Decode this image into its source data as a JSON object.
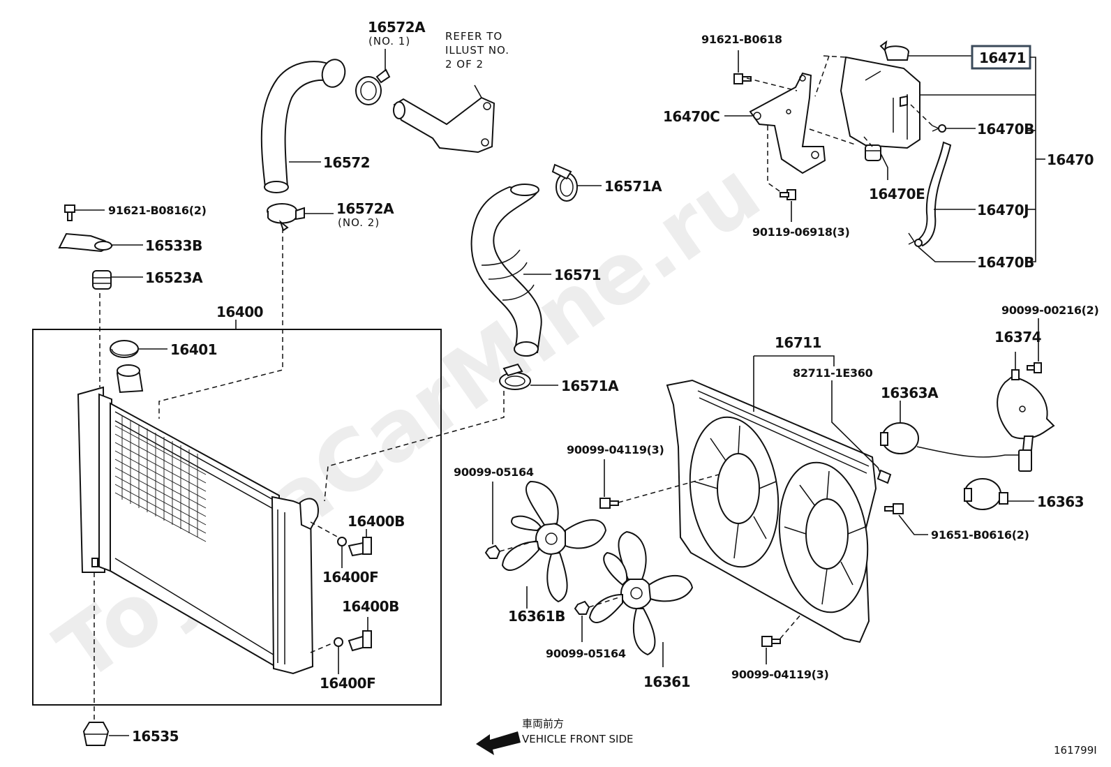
{
  "diagram": {
    "labels": {
      "p16572A_no1": "16572A",
      "p16572A_no1_sub": "(NO. 1)",
      "refer_line1": "REFER TO",
      "refer_line2": "ILLUST NO.",
      "refer_line3": "2 OF 2",
      "p16572": "16572",
      "p16571A_top": "16571A",
      "p91621_B0816": "91621-B0816(2)",
      "p16572A_no2": "16572A",
      "p16572A_no2_sub": "(NO. 2)",
      "p16533B": "16533B",
      "p16571": "16571",
      "p16523A": "16523A",
      "p16400": "16400",
      "p16401": "16401",
      "p16571A_bottom": "16571A",
      "p16400B_top": "16400B",
      "p16400F_top": "16400F",
      "p16400B_bottom": "16400B",
      "p16400F_bottom": "16400F",
      "p16535": "16535",
      "p91621_B0618": "91621-B0618",
      "p16471": "16471",
      "p16470C": "16470C",
      "p16470B_top": "16470B",
      "p16470": "16470",
      "p16470E": "16470E",
      "p16470J": "16470J",
      "p90119_06918": "90119-06918(3)",
      "p16470B_bottom": "16470B",
      "p90099_00216": "90099-00216(2)",
      "p16374": "16374",
      "p16711": "16711",
      "p82711_1E360": "82711-1E360",
      "p16363A": "16363A",
      "p90099_04119_top": "90099-04119(3)",
      "p90099_05164_left": "90099-05164",
      "p16363": "16363",
      "p91651_B0616": "91651-B0616(2)",
      "p16361B": "16361B",
      "p90099_05164_bottom": "90099-05164",
      "p16361": "16361",
      "p90099_04119_bottom": "90099-04119(3)",
      "direction_jp": "車両前方",
      "direction_en": "VEHICLE FRONT SIDE",
      "illustration_no": "161799I"
    },
    "watermark": "ToyotaCarMine.ru",
    "highlight_color": "#3a4a5a"
  }
}
